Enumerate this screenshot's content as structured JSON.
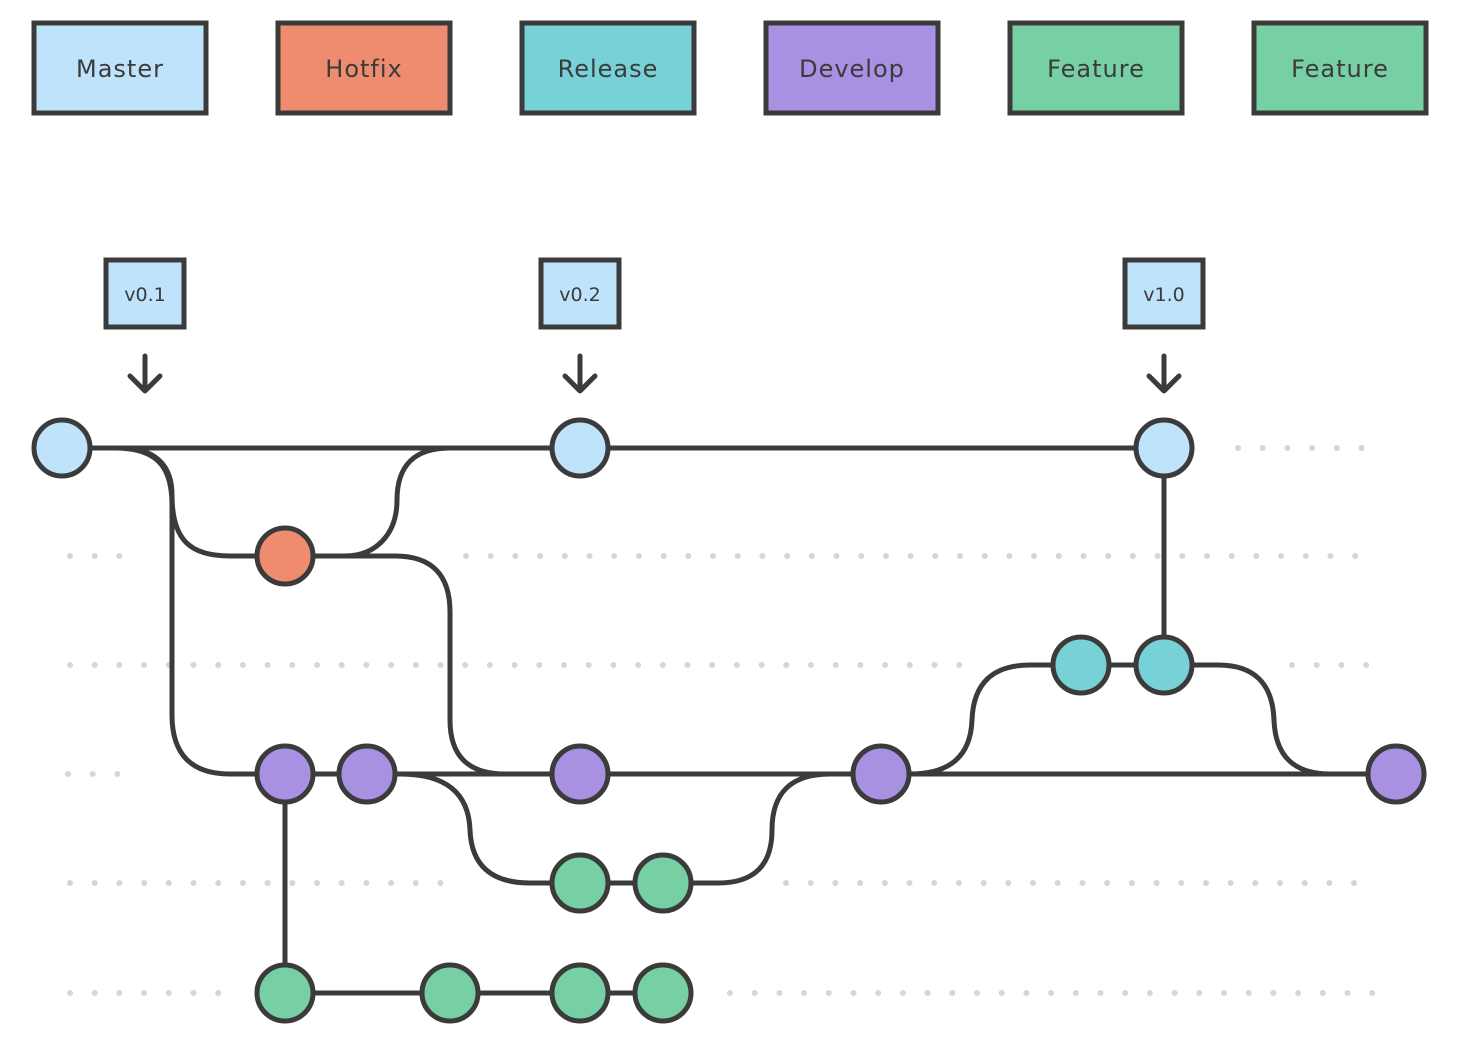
{
  "colors": {
    "master": "#bfe3fb",
    "hotfix": "#ef8c6f",
    "release": "#76d2d6",
    "develop": "#a890e3",
    "feature": "#76d0a3",
    "stroke": "#3b3b3b",
    "dots": "#d6d6d6"
  },
  "legend": [
    {
      "label": "Master",
      "branch": "master"
    },
    {
      "label": "Hotfix",
      "branch": "hotfix"
    },
    {
      "label": "Release",
      "branch": "release"
    },
    {
      "label": "Develop",
      "branch": "develop"
    },
    {
      "label": "Feature",
      "branch": "feature"
    },
    {
      "label": "Feature",
      "branch": "feature"
    }
  ],
  "tags": [
    {
      "label": "v0.1",
      "branch": "master"
    },
    {
      "label": "v0.2",
      "branch": "master"
    },
    {
      "label": "v1.0",
      "branch": "master"
    }
  ],
  "commits": [
    {
      "id": "m1",
      "branch": "master"
    },
    {
      "id": "m2",
      "branch": "master"
    },
    {
      "id": "m3",
      "branch": "master"
    },
    {
      "id": "h1",
      "branch": "hotfix"
    },
    {
      "id": "r1",
      "branch": "release"
    },
    {
      "id": "r2",
      "branch": "release"
    },
    {
      "id": "d1",
      "branch": "develop"
    },
    {
      "id": "d2",
      "branch": "develop"
    },
    {
      "id": "d3",
      "branch": "develop"
    },
    {
      "id": "d4",
      "branch": "develop"
    },
    {
      "id": "d5",
      "branch": "develop"
    },
    {
      "id": "fa1",
      "branch": "feature"
    },
    {
      "id": "fa2",
      "branch": "feature"
    },
    {
      "id": "fb1",
      "branch": "feature"
    },
    {
      "id": "fb2",
      "branch": "feature"
    },
    {
      "id": "fb3",
      "branch": "feature"
    },
    {
      "id": "fb4",
      "branch": "feature"
    }
  ]
}
